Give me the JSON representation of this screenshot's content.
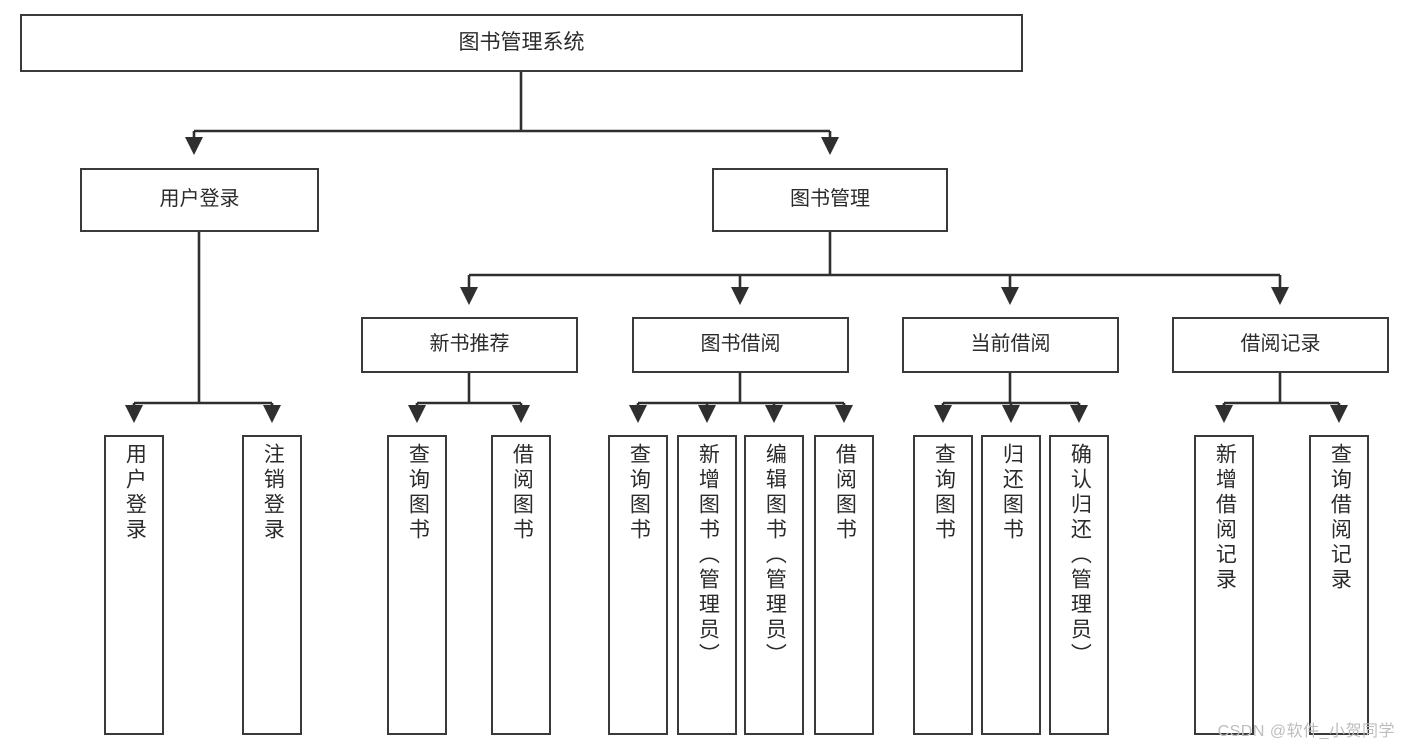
{
  "diagram": {
    "type": "tree",
    "title": "图书管理系统",
    "watermark": "CSDN @软件_小贺同学",
    "colors": {
      "box_border": "#3a3a3a",
      "box_fill": "#ffffff",
      "line": "#2f2f2f",
      "text": "#2b2b2b",
      "watermark": "#bdbdbd"
    },
    "nodes": {
      "root": {
        "label": "图书管理系统",
        "level": 1,
        "orientation": "horizontal"
      },
      "l2": [
        {
          "id": "user-login",
          "label": "用户登录",
          "level": 2,
          "orientation": "horizontal"
        },
        {
          "id": "book-manage",
          "label": "图书管理",
          "level": 2,
          "orientation": "horizontal"
        }
      ],
      "l3": [
        {
          "id": "new-book-rec",
          "label": "新书推荐",
          "level": 3,
          "orientation": "horizontal",
          "parent": "book-manage"
        },
        {
          "id": "book-borrow",
          "label": "图书借阅",
          "level": 3,
          "orientation": "horizontal",
          "parent": "book-manage"
        },
        {
          "id": "current-borrow",
          "label": "当前借阅",
          "level": 3,
          "orientation": "horizontal",
          "parent": "book-manage"
        },
        {
          "id": "borrow-record",
          "label": "借阅记录",
          "level": 3,
          "orientation": "horizontal",
          "parent": "book-manage"
        }
      ],
      "leaves": [
        {
          "id": "leaf-user-login",
          "label": "用户登录",
          "parent": "user-login",
          "orientation": "vertical"
        },
        {
          "id": "leaf-logout",
          "label": "注销登录",
          "parent": "user-login",
          "orientation": "vertical"
        },
        {
          "id": "leaf-query-book-1",
          "label": "查询图书",
          "parent": "new-book-rec",
          "orientation": "vertical"
        },
        {
          "id": "leaf-borrow-book-1",
          "label": "借阅图书",
          "parent": "new-book-rec",
          "orientation": "vertical"
        },
        {
          "id": "leaf-query-book-2",
          "label": "查询图书",
          "parent": "book-borrow",
          "orientation": "vertical"
        },
        {
          "id": "leaf-add-book",
          "label": "新增图书（管理员）",
          "parent": "book-borrow",
          "orientation": "vertical"
        },
        {
          "id": "leaf-edit-book",
          "label": "编辑图书（管理员）",
          "parent": "book-borrow",
          "orientation": "vertical"
        },
        {
          "id": "leaf-borrow-book-2",
          "label": "借阅图书",
          "parent": "book-borrow",
          "orientation": "vertical"
        },
        {
          "id": "leaf-query-book-3",
          "label": "查询图书",
          "parent": "current-borrow",
          "orientation": "vertical"
        },
        {
          "id": "leaf-return-book",
          "label": "归还图书",
          "parent": "current-borrow",
          "orientation": "vertical"
        },
        {
          "id": "leaf-confirm-return",
          "label": "确认归还（管理员）",
          "parent": "current-borrow",
          "orientation": "vertical"
        },
        {
          "id": "leaf-add-record",
          "label": "新增借阅记录",
          "parent": "borrow-record",
          "orientation": "vertical"
        },
        {
          "id": "leaf-query-record",
          "label": "查询借阅记录",
          "parent": "borrow-record",
          "orientation": "vertical"
        }
      ]
    }
  }
}
